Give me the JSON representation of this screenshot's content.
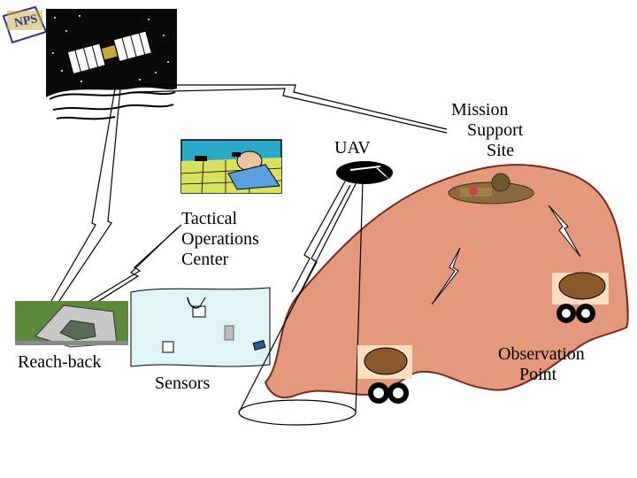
{
  "labels": {
    "uav": "UAV",
    "toc": [
      "Tactical",
      "Operations",
      "Center"
    ],
    "mission_support": [
      "Mission",
      "Support",
      "Site"
    ],
    "reach_back": "Reach-back",
    "sensors": "Sensors",
    "observation": [
      "Observation",
      "Point"
    ]
  },
  "logo_text": "NPS",
  "colors": {
    "terrain": "#e4987c",
    "space": "#0a0a0a",
    "map_water": "#dff4f4",
    "helmet": "#8a5a2a",
    "scene_water": "#2aa9c9",
    "scene_ground": "#d8e060"
  },
  "icons": [
    "satellite-icon",
    "uav-icon",
    "soldier-icon",
    "binoculars-icon",
    "helmet-icon",
    "pentagon-icon",
    "antenna-icon",
    "sensor-icon"
  ]
}
